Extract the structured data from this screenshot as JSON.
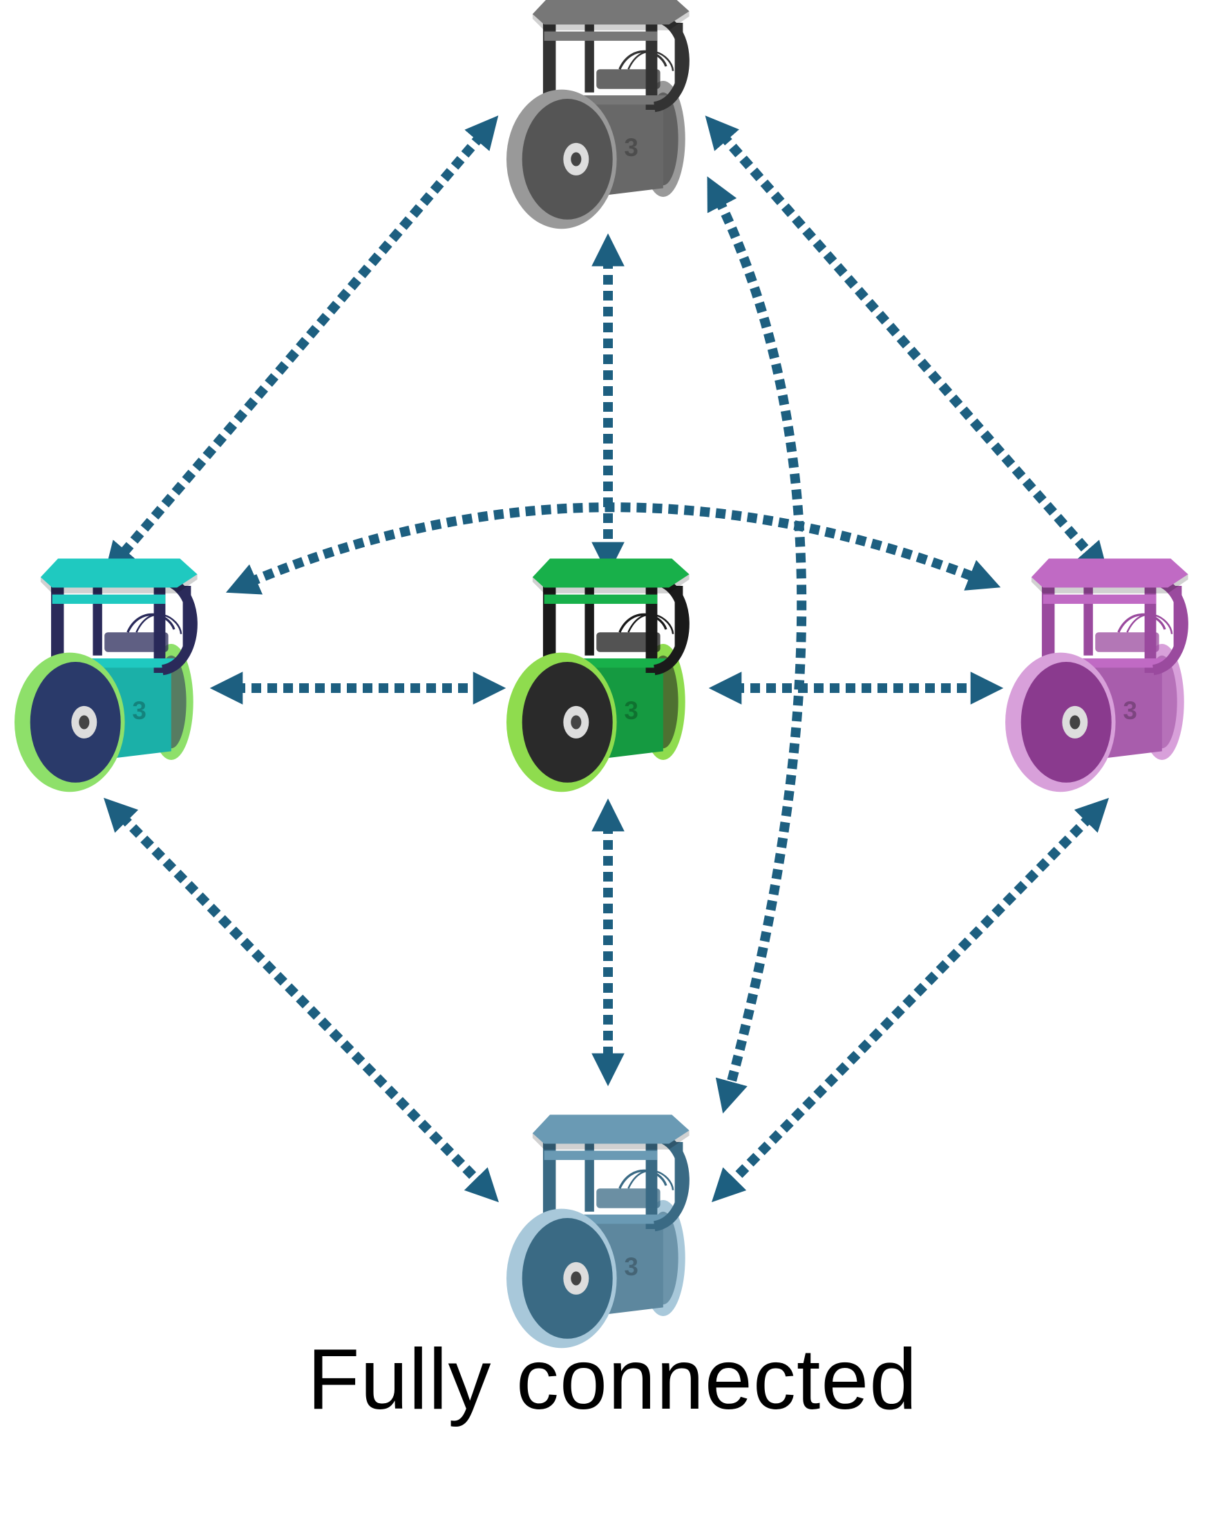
{
  "caption": "Fully connected",
  "colors": {
    "arrow": "#1d5f80",
    "robot_top": "#777777",
    "robot_left": "#1fc9c0",
    "robot_center": "#18b04a",
    "robot_right": "#c06ac4",
    "robot_bottom": "#6a9ab4"
  },
  "robot_label": "3",
  "nodes": [
    {
      "id": "top",
      "icon": "robot-icon",
      "color": "#777777",
      "wheel": "#999999",
      "hub": "#555555",
      "dark": "#333333"
    },
    {
      "id": "left",
      "icon": "robot-icon",
      "color": "#1fc9c0",
      "wheel": "#8ee06a",
      "hub": "#2a3a6a",
      "dark": "#2a2a5a"
    },
    {
      "id": "center",
      "icon": "robot-icon",
      "color": "#18b04a",
      "wheel": "#8fdc4e",
      "hub": "#2a2a2a",
      "dark": "#1a1a1a"
    },
    {
      "id": "right",
      "icon": "robot-icon",
      "color": "#c06ac4",
      "wheel": "#d8a0da",
      "hub": "#8a3a8e",
      "dark": "#9a4a9e"
    },
    {
      "id": "bottom",
      "icon": "robot-icon",
      "color": "#6a9ab4",
      "wheel": "#a8c8da",
      "hub": "#3a6a84",
      "dark": "#3a6a84"
    }
  ],
  "edges": [
    {
      "from": "top",
      "to": "left",
      "style": "straight"
    },
    {
      "from": "top",
      "to": "center",
      "style": "straight"
    },
    {
      "from": "top",
      "to": "right",
      "style": "straight"
    },
    {
      "from": "top",
      "to": "bottom",
      "style": "curved"
    },
    {
      "from": "left",
      "to": "center",
      "style": "straight"
    },
    {
      "from": "left",
      "to": "right",
      "style": "curved"
    },
    {
      "from": "left",
      "to": "bottom",
      "style": "straight"
    },
    {
      "from": "center",
      "to": "right",
      "style": "straight"
    },
    {
      "from": "center",
      "to": "bottom",
      "style": "straight"
    },
    {
      "from": "right",
      "to": "bottom",
      "style": "straight"
    }
  ]
}
